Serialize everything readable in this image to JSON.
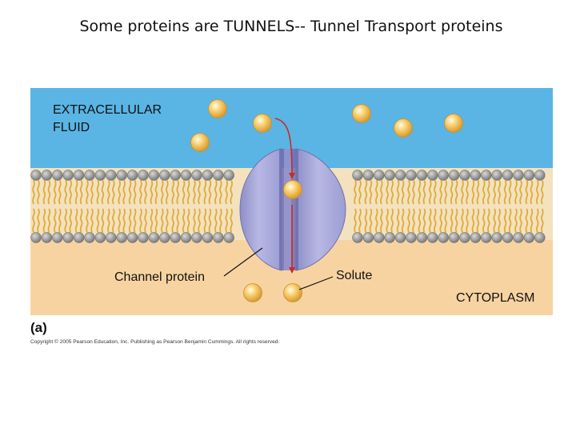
{
  "slide": {
    "title": "Some proteins are TUNNELS-- Tunnel Transport proteins"
  },
  "diagram": {
    "labels": {
      "extracellular_line1": "EXTRACELLULAR",
      "extracellular_line2": "FLUID",
      "channel_protein": "Channel protein",
      "solute": "Solute",
      "cytoplasm": "CYTOPLASM"
    },
    "panel_label": "(a)",
    "copyright": "Copyright © 2005 Pearson Education, Inc. Publishing as Pearson Benjamin Cummings. All rights reserved."
  },
  "colors": {
    "extracellular": "#5ab5e4",
    "cytoplasm": "#f8d3a2",
    "phospholipid_head": "#9a9a9a",
    "phospholipid_tail": "#e0aa38",
    "channel_protein": "#a7a8d8",
    "channel_pore": "#6d6fb0",
    "solute": "#f6c45a",
    "arrow": "#cc2a2a"
  }
}
